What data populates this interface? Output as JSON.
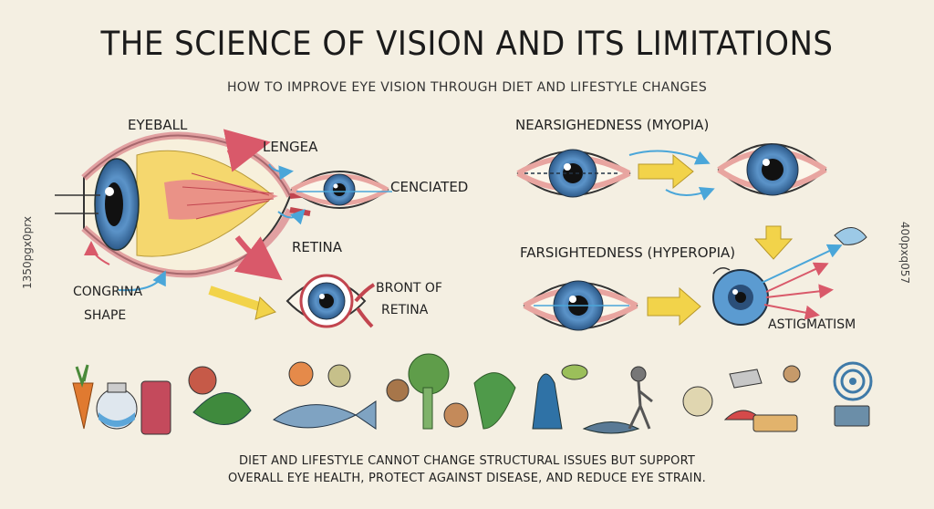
{
  "header": {
    "title": "THE SCIENCE OF VISION AND ITS LIMITATIONS",
    "subtitle": "HOW TO IMPROVE EYE VISION THROUGH DIET AND LIFESTYLE CHANGES"
  },
  "labels": {
    "eyeball": "EYEBALL",
    "lengea": "LENGEA",
    "cenciated": "CENCIATED",
    "retina": "RETINA",
    "bront_of": "BRONT OF",
    "bront_retina": "RETINA",
    "congrina": "CONGRINA",
    "shape": "SHAPE",
    "myopia": "NEARSIGHEDNESS (MYOPIA)",
    "hyperopia": "FARSIGHTEDNESS (HYPEROPIA)",
    "astigmatism": "ASTIGMATISM"
  },
  "side_text": {
    "left": "1350pgx0prx",
    "right": "400pxq057"
  },
  "footer": {
    "line1": "DIET AND LIFESTYLE CANNOT CHANGE STRUCTURAL ISSUES BUT SUPPORT",
    "line2": "OVERALL EYE HEALTH, PROTECT AGAINST DISEASE, AND REDUCE EYE STRAIN."
  },
  "colors": {
    "background": "#f4efe2",
    "iris": "#4f86bd",
    "arrow_yellow": "#f2d34a",
    "arrow_red": "#d9596a",
    "arrow_blue": "#4aa6d9",
    "sclera_pink": "#e8a5a0"
  }
}
